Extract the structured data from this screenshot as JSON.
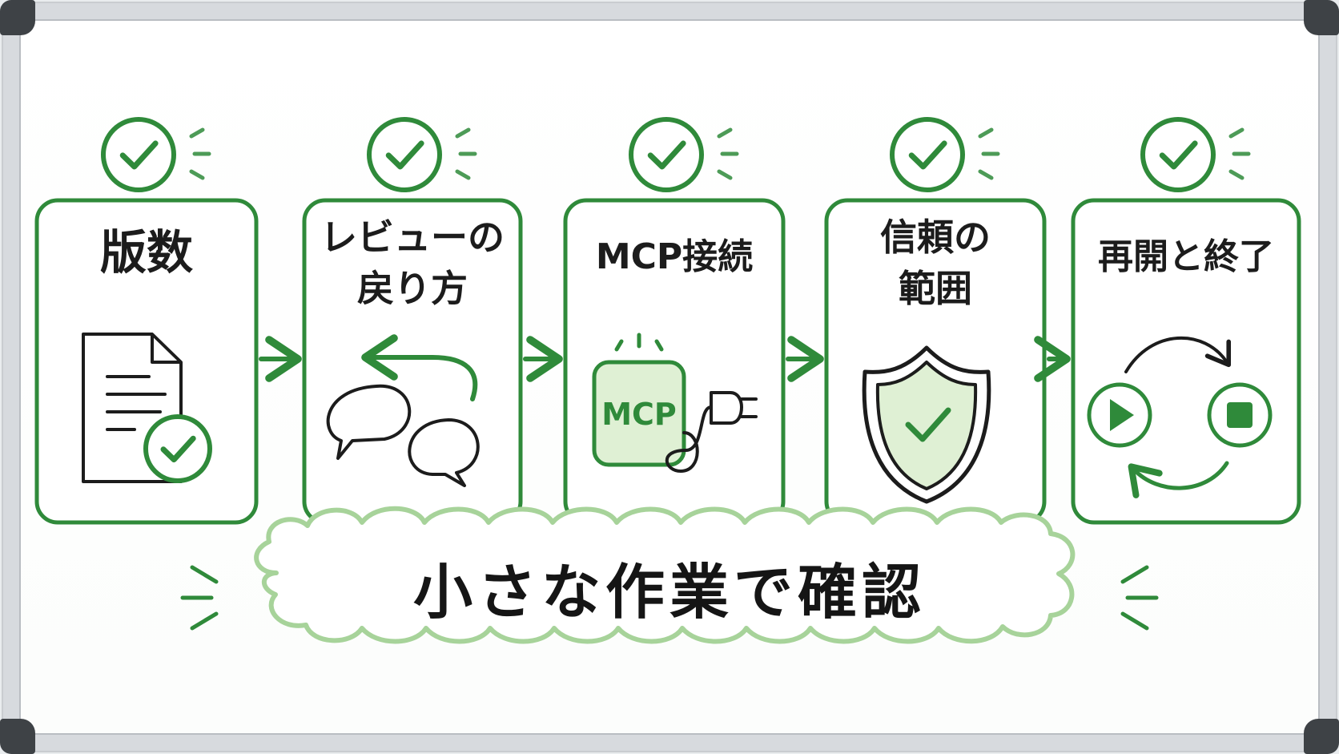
{
  "steps": [
    {
      "label_lines": [
        "版数"
      ],
      "icon": "document-check-icon"
    },
    {
      "label_lines": [
        "レビューの",
        "戻り方"
      ],
      "icon": "speech-bubbles-return-icon"
    },
    {
      "label_lines": [
        "MCP接続"
      ],
      "icon": "mcp-plug-icon",
      "badge": "MCP"
    },
    {
      "label_lines": [
        "信頼の",
        "範囲"
      ],
      "icon": "shield-check-icon"
    },
    {
      "label_lines": [
        "再開と終了"
      ],
      "icon": "play-stop-cycle-icon"
    }
  ],
  "summary": "小さな作業で確認",
  "colors": {
    "green": "#2f8a3a",
    "light_green": "#9fd08f",
    "pale_green": "#dff0d4",
    "ink": "#1c1c1c"
  }
}
